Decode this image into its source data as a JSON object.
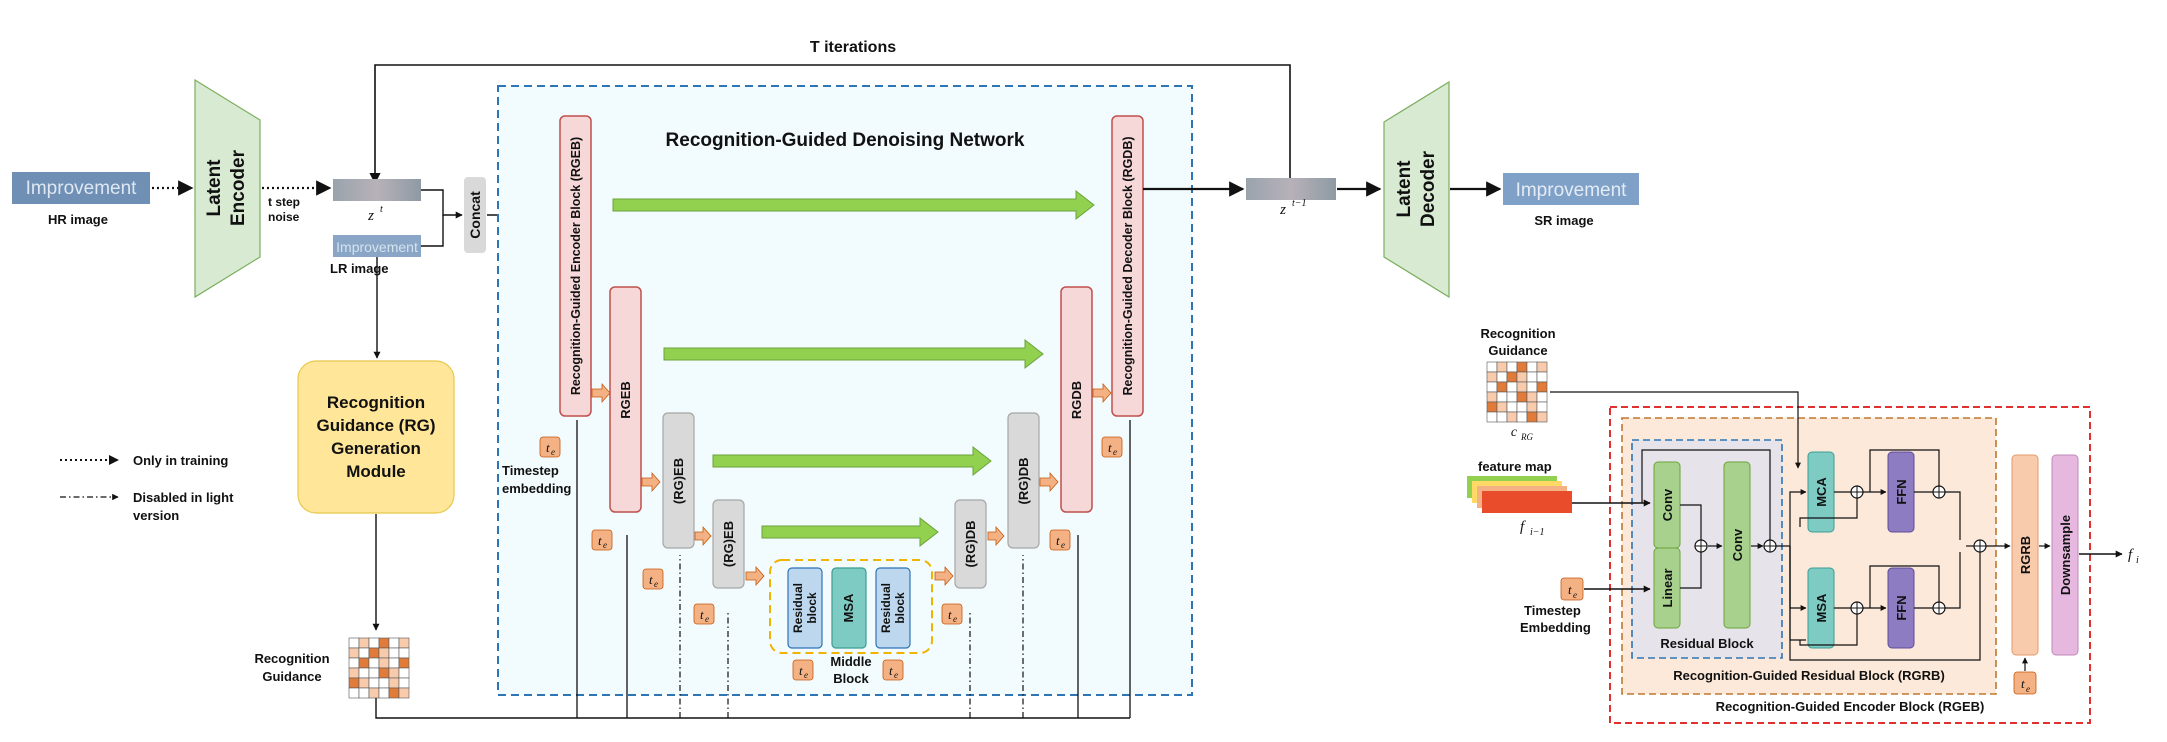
{
  "top": {
    "t_iterations": "T iterations",
    "network_title": "Recognition-Guided Denoising Network"
  },
  "left": {
    "hr_label": "HR image",
    "improvement_text": "Improvement",
    "latent_encoder_1": "Latent",
    "latent_encoder_2": "Encoder",
    "t_step_1": "t step",
    "t_step_2": "noise",
    "zt": "z",
    "zt_sup": "t",
    "lr_label": "LR image",
    "lr_blur_text": "Improvement",
    "concat": "Concat",
    "rg_module": [
      "Recognition",
      "Guidance (RG)",
      "Generation",
      "Module"
    ],
    "recog_guidance_1": "Recognition",
    "recog_guidance_2": "Guidance"
  },
  "legend": {
    "training": "Only in training",
    "light_1": "Disabled in light",
    "light_2": "version"
  },
  "unet": {
    "rgeb_big": "Recognition-Guided Encoder Block (RGEB)",
    "rgdb_big": "Recognition-Guided Decoder Block (RGDB)",
    "rgeb": "RGEB",
    "rgdb": "RGDB",
    "rg_eb": "(RG)EB",
    "rg_db": "(RG)DB",
    "te_main": "t",
    "te_sub": "e",
    "timestep_1": "Timestep",
    "timestep_2": "embedding",
    "residual_1": "Residual",
    "residual_2": "block",
    "msa": "MSA",
    "middle_1": "Middle",
    "middle_2": "Block"
  },
  "right": {
    "zt1": "z",
    "zt1_sup": "t−1",
    "latent_decoder_1": "Latent",
    "latent_decoder_2": "Decoder",
    "sr_label": "SR image",
    "improvement_text": "Improvement"
  },
  "detail": {
    "recog_1": "Recognition",
    "recog_2": "Guidance",
    "c_rg": "c",
    "c_rg_sub": "RG",
    "feature_map": "feature map",
    "f_prev": "f",
    "f_prev_sub": "i−1",
    "timestep_1": "Timestep",
    "timestep_2": "Embedding",
    "conv": "Conv",
    "linear": "Linear",
    "residual_block": "Residual Block",
    "mca": "MCA",
    "msa": "MSA",
    "ffn": "FFN",
    "rgrb": "RGRB",
    "downsample": "Downsample",
    "rgrb_full": "Recognition-Guided Residual Block (RGRB)",
    "rgeb_full": "Recognition-Guided Encoder Block (RGEB)",
    "f_out": "f",
    "f_out_sub": "i"
  },
  "colors": {
    "rg_block_fill": "#f6d8d8",
    "rg_block_stroke": "#c0504d",
    "gray_block": "#d9d9d9",
    "te_fill": "#f4b183",
    "green_arrow": "#92d050",
    "latent_fill": "#d9ead3",
    "rg_module_fill": "#ffe699",
    "network_bg": "#f2fbfd",
    "network_border": "#2e75b6",
    "middle_border": "#f0b400",
    "residual_fill": "#bdd7ee",
    "msa_fill": "#7ecbc4",
    "conv_fill": "#a9d18e",
    "ffn_fill": "#8e7cc3",
    "rgrb_fill": "#f8cbad",
    "downsample_fill": "#e6b8e0",
    "outer_red": "#e03030",
    "rgrb_border": "#c07830"
  }
}
